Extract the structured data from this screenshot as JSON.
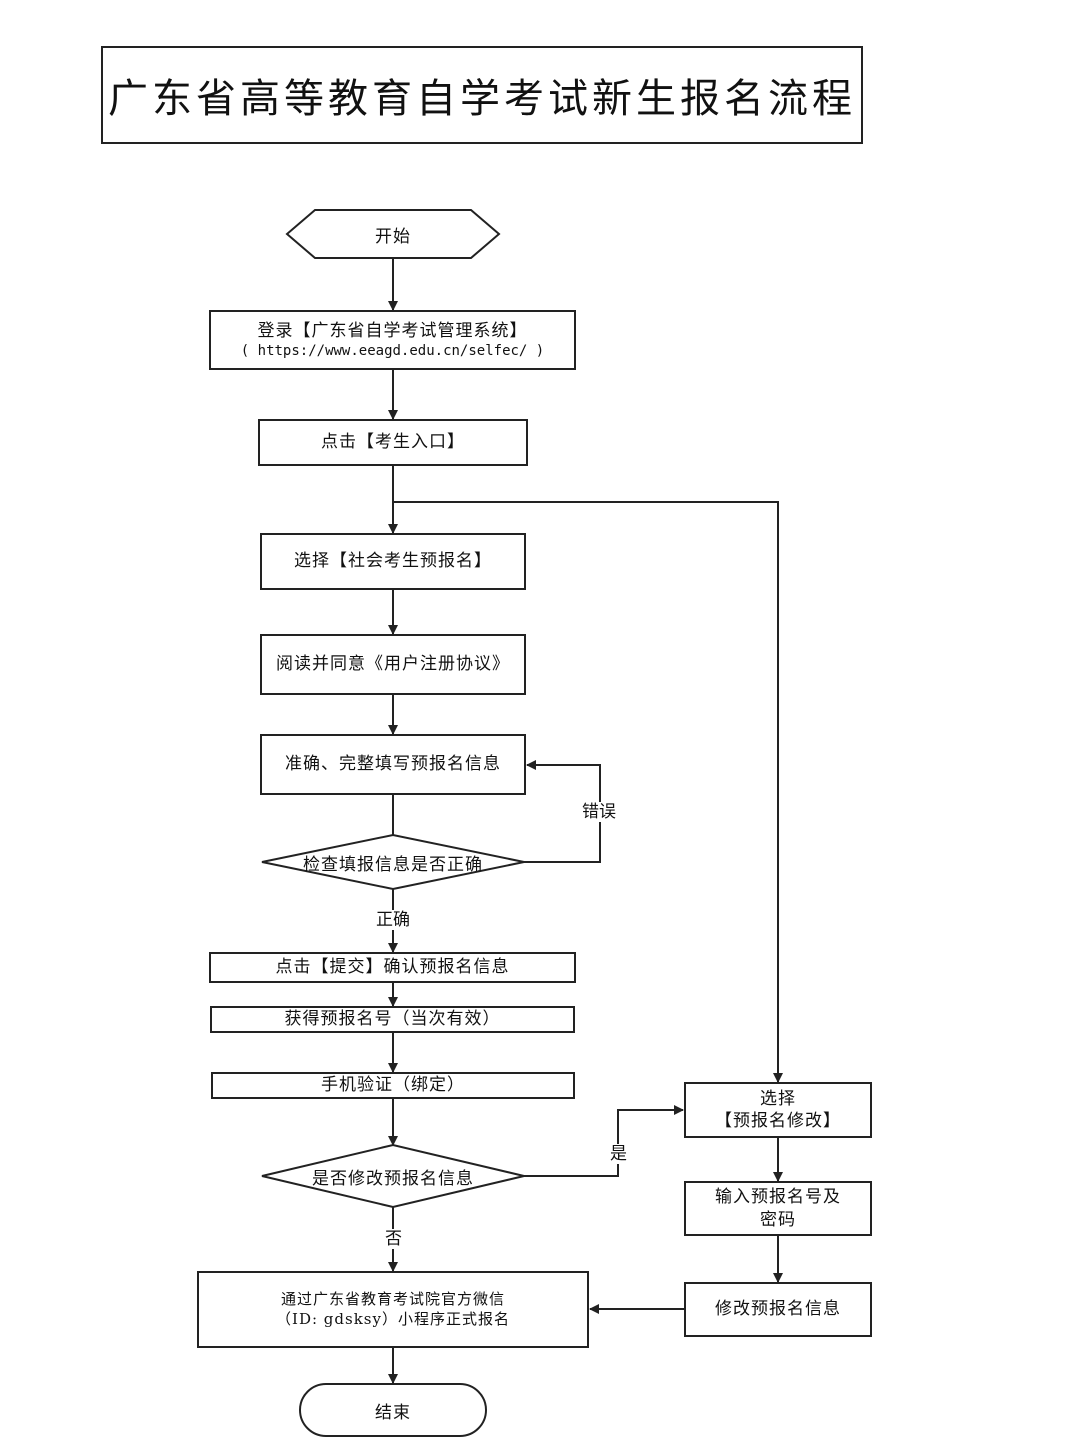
{
  "title": "广东省高等教育自学考试新生报名流程",
  "nodes": {
    "start": "开始",
    "login_line1": "登录【广东省自学考试管理系统】",
    "login_line2": "( https://www.eeagd.edu.cn/selfec/ )",
    "click_entry": "点击【考生入口】",
    "select_prereg": "选择【社会考生预报名】",
    "read_agree": "阅读并同意《用户注册协议》",
    "fill_info": "准确、完整填写预报名信息",
    "check_correct": "检查填报信息是否正确",
    "submit_confirm": "点击【提交】确认预报名信息",
    "get_number": "获得预报名号（当次有效）",
    "phone_verify": "手机验证（绑定）",
    "modify_question": "是否修改预报名信息",
    "select_modify_line1": "选择",
    "select_modify_line2": "【预报名修改】",
    "input_number_line1": "输入预报名号及",
    "input_number_line2": "密码",
    "modify_info": "修改预报名信息",
    "official_line1": "通过广东省教育考试院官方微信",
    "official_line2": "（ID: gdsksy）小程序正式报名",
    "end": "结束"
  },
  "edge_labels": {
    "error": "错误",
    "correct": "正确",
    "yes": "是",
    "no": "否"
  }
}
